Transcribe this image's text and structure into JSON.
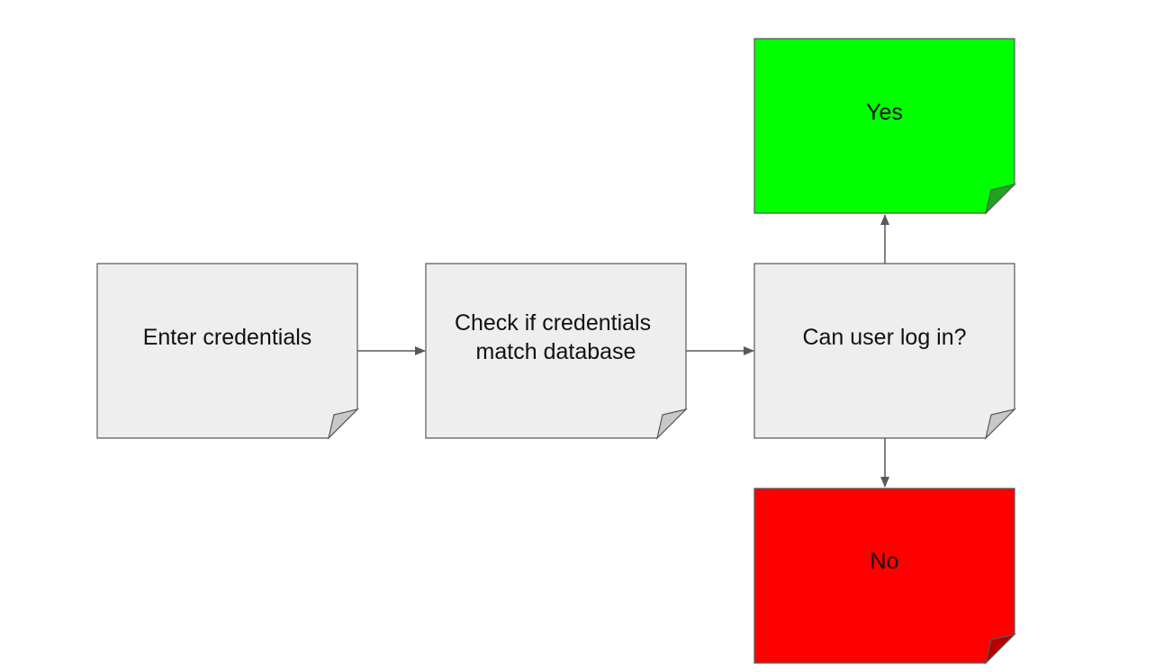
{
  "diagram": {
    "nodes": {
      "enter_credentials": {
        "lines": [
          "Enter credentials"
        ],
        "fill": "#eeeeee",
        "fold": "#c8c8c8"
      },
      "check_credentials": {
        "lines": [
          "Check if credentials",
          "match database"
        ],
        "fill": "#eeeeee",
        "fold": "#c8c8c8"
      },
      "can_user_log_in": {
        "lines": [
          "Can user log in?"
        ],
        "fill": "#eeeeee",
        "fold": "#c8c8c8"
      },
      "yes": {
        "lines": [
          "Yes"
        ],
        "fill": "#00ff00",
        "fold": "#1fa51f"
      },
      "no": {
        "lines": [
          "No"
        ],
        "fill": "#ff0000",
        "fold": "#b30000"
      }
    },
    "edges": [
      {
        "from": "enter_credentials",
        "to": "check_credentials"
      },
      {
        "from": "check_credentials",
        "to": "can_user_log_in"
      },
      {
        "from": "can_user_log_in",
        "to": "yes"
      },
      {
        "from": "can_user_log_in",
        "to": "no"
      }
    ],
    "stroke_color": "#595959"
  }
}
